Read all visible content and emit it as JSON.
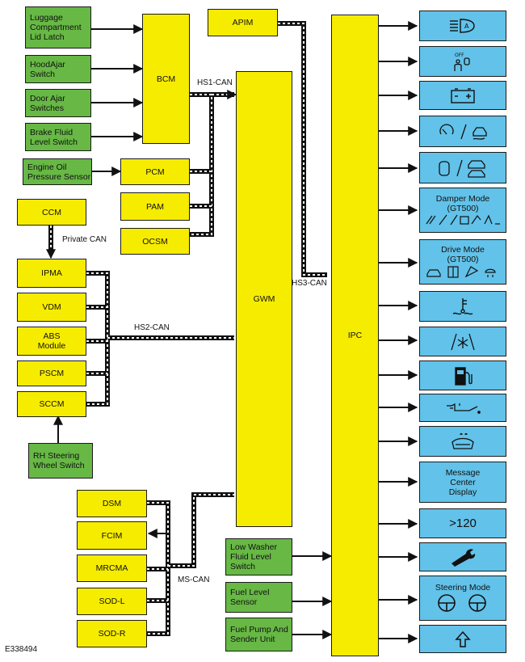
{
  "inputs": {
    "luggage_latch": "Luggage\nCompartment\nLid Latch",
    "hood_ajar": "HoodAjar\nSwitch",
    "door_ajar": "Door Ajar\nSwitches",
    "brake_fluid": "Brake Fluid\nLevel Switch",
    "engine_oil": "Engine Oil\nPressure Sensor",
    "rh_steering": "RH Steering\nWheel Switch",
    "low_washer": "Low Washer\nFluid Level\nSwitch",
    "fuel_level": "Fuel Level\nSensor",
    "fuel_pump": "Fuel Pump And\nSender Unit"
  },
  "modules": {
    "apim": "APIM",
    "bcm": "BCM",
    "pcm": "PCM",
    "pam": "PAM",
    "ocsm": "OCSM",
    "ccm": "CCM",
    "ipma": "IPMA",
    "vdm": "VDM",
    "abs": "ABS\nModule",
    "pscm": "PSCM",
    "sccm": "SCCM",
    "gwm": "GWM",
    "ipc": "IPC",
    "dsm": "DSM",
    "fcim": "FCIM",
    "mrcma": "MRCMA",
    "sod_l": "SOD-L",
    "sod_r": "SOD-R"
  },
  "buses": {
    "hs1": "HS1-CAN",
    "hs2": "HS2-CAN",
    "hs3": "HS3-CAN",
    "ms": "MS-CAN",
    "private": "Private CAN"
  },
  "indicators": {
    "damper_mode": "Damper Mode\n(GT500)",
    "drive_mode": "Drive Mode\n(GT500)",
    "message_center": "Message\nCenter\nDisplay",
    "speed": ">120",
    "steering_mode": "Steering Mode"
  },
  "figure_id": "E338494",
  "colors": {
    "input_green": "#67b845",
    "module_yellow": "#f6ec00",
    "indicator_blue": "#62c2e9"
  }
}
